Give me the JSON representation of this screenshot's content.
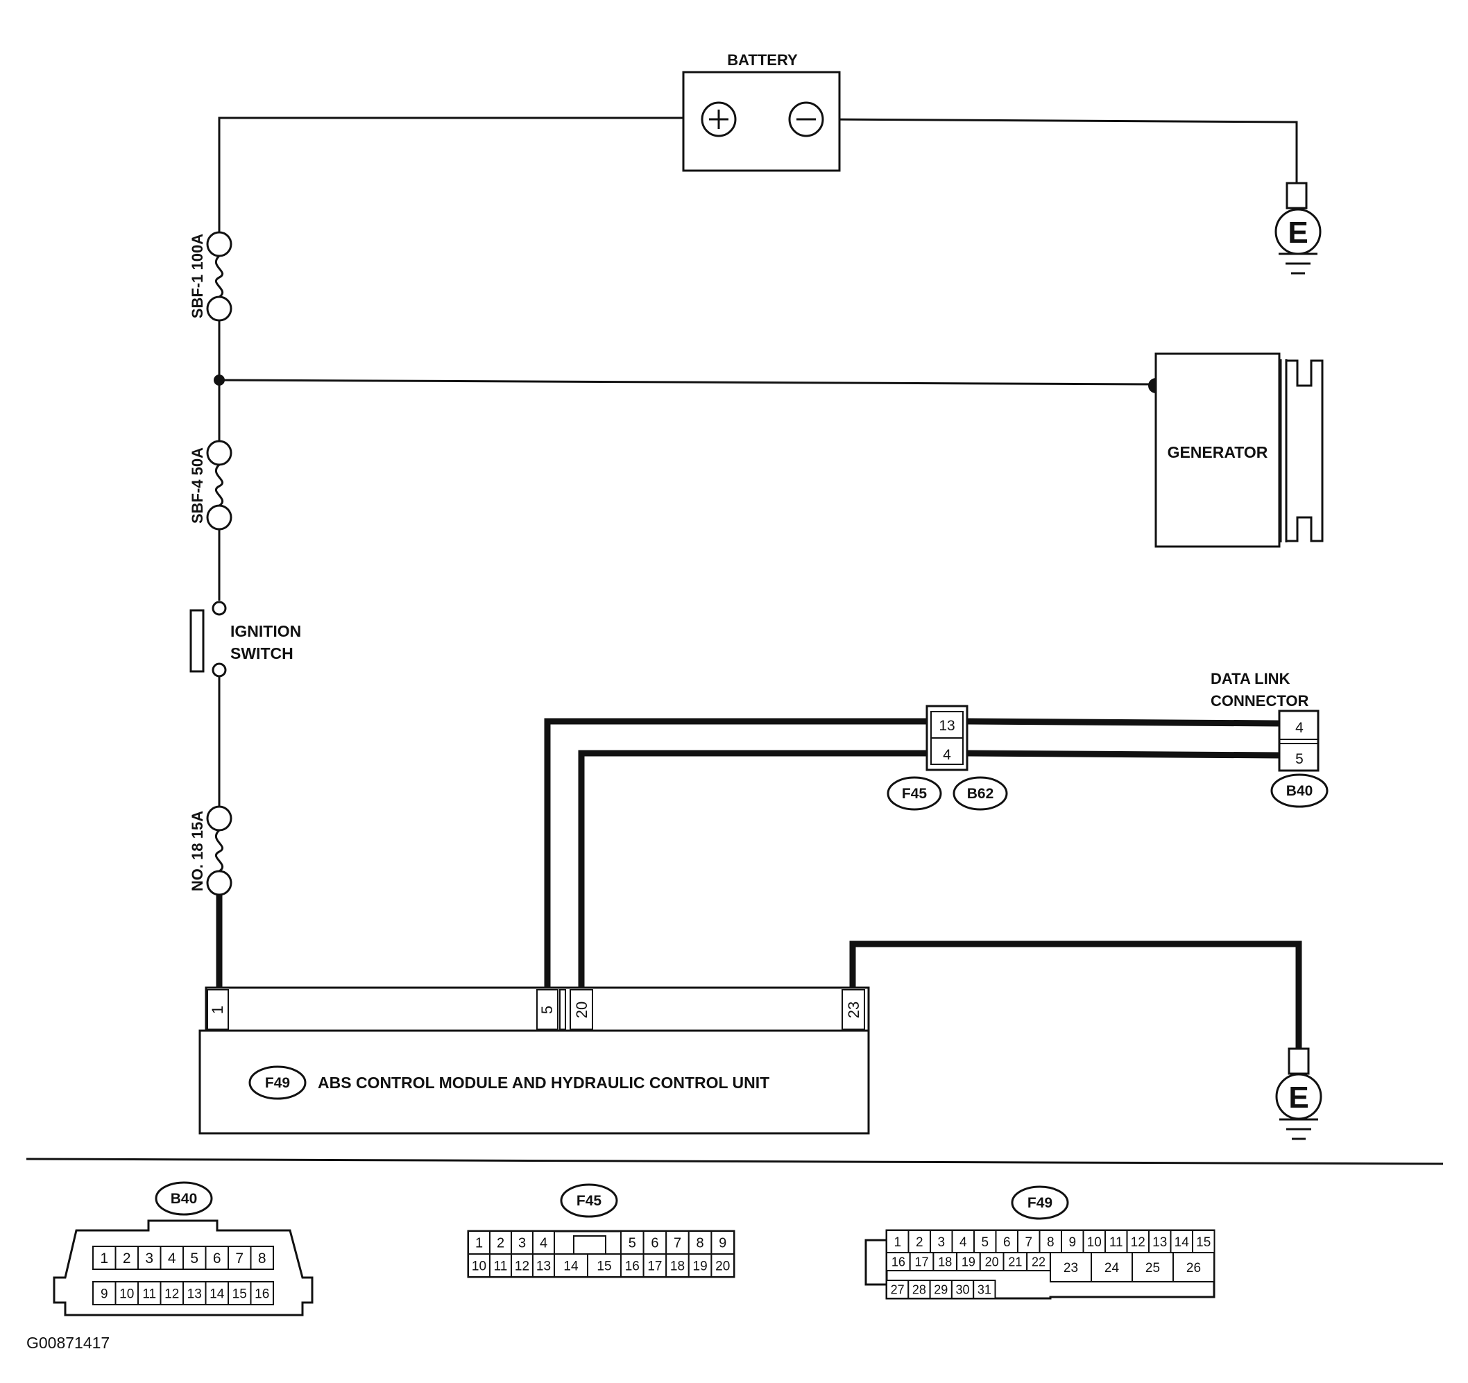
{
  "battery": {
    "label": "BATTERY",
    "plus_icon": "plus-icon",
    "minus_icon": "minus-icon"
  },
  "ground_symbol": "E",
  "fuses": {
    "sbf1": "SBF-1 100A",
    "sbf4": "SBF-4 50A",
    "no18": "NO. 18 15A"
  },
  "generator": {
    "label": "GENERATOR"
  },
  "ignition": {
    "line1": "IGNITION",
    "line2": "SWITCH"
  },
  "dlc": {
    "line1": "DATA LINK",
    "line2": "CONNECTOR",
    "pin_a": "4",
    "pin_b": "5",
    "tag": "B40"
  },
  "joint": {
    "pin_a": "13",
    "pin_b": "4",
    "tag1": "F45",
    "tag2": "B62"
  },
  "abs": {
    "tag": "F49",
    "label": "ABS CONTROL MODULE AND HYDRAULIC CONTROL UNIT",
    "pins": [
      "1",
      "5",
      "20",
      "23"
    ]
  },
  "connectors": {
    "b40": {
      "tag": "B40",
      "row1": [
        "1",
        "2",
        "3",
        "4",
        "5",
        "6",
        "7",
        "8"
      ],
      "row2": [
        "9",
        "10",
        "11",
        "12",
        "13",
        "14",
        "15",
        "16"
      ]
    },
    "f45": {
      "tag": "F45",
      "row1_left": [
        "1",
        "2",
        "3",
        "4"
      ],
      "row1_right": [
        "5",
        "6",
        "7",
        "8",
        "9"
      ],
      "row2_left": [
        "10",
        "11",
        "12",
        "13"
      ],
      "row2_mid": [
        "14",
        "15"
      ],
      "row2_right": [
        "16",
        "17",
        "18",
        "19",
        "20"
      ]
    },
    "f49": {
      "tag": "F49",
      "row1": [
        "1",
        "2",
        "3",
        "4",
        "5",
        "6",
        "7",
        "8",
        "9",
        "10",
        "11",
        "12",
        "13",
        "14",
        "15"
      ],
      "row2": [
        "16",
        "17",
        "18",
        "19",
        "20",
        "21",
        "22"
      ],
      "row2_big": [
        "23",
        "24",
        "25",
        "26"
      ],
      "row3": [
        "27",
        "28",
        "29",
        "30",
        "31"
      ]
    }
  },
  "figure_id": "G00871417"
}
